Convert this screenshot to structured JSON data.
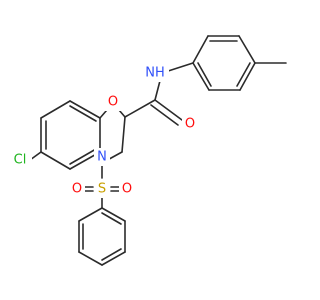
{
  "molecule": {
    "atoms": {
      "O_ring": {
        "label": "O",
        "color": "#ff0d0d"
      },
      "O_amide": {
        "label": "O",
        "color": "#ff0d0d"
      },
      "N_amide": {
        "label": "NH",
        "color": "#3050f8"
      },
      "N_ring": {
        "label": "N",
        "color": "#3050f8"
      },
      "S": {
        "label": "S",
        "color": "#c8a000"
      },
      "O_s1": {
        "label": "O",
        "color": "#ff0d0d"
      },
      "O_s2": {
        "label": "O",
        "color": "#ff0d0d"
      },
      "Cl": {
        "label": "Cl",
        "color": "#1fb41f"
      }
    }
  }
}
